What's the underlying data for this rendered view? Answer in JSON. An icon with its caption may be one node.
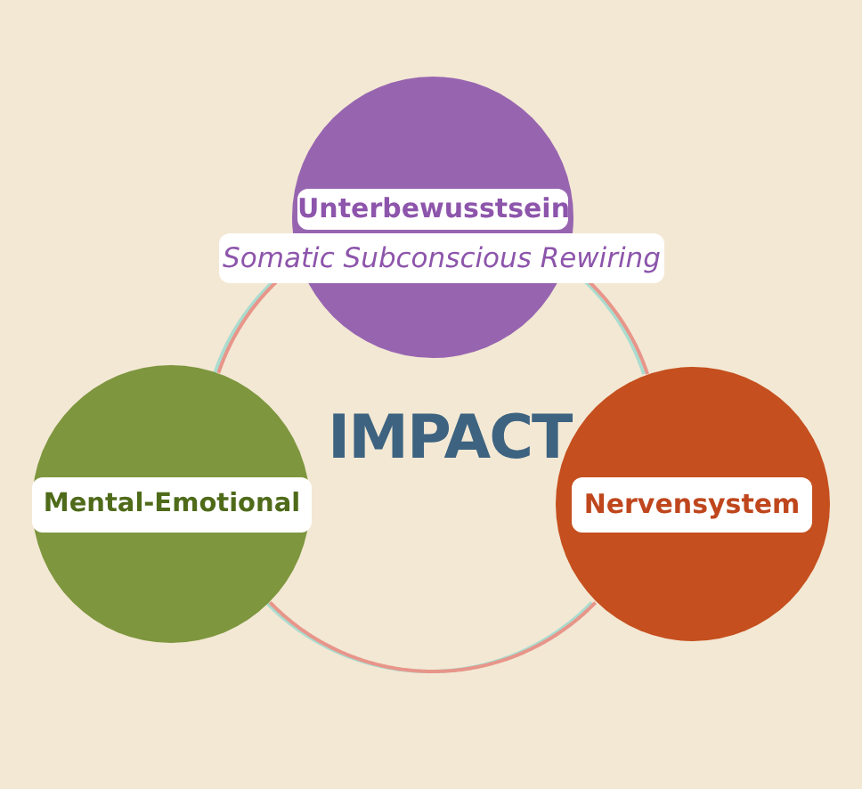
{
  "diagram": {
    "nodes": [
      {
        "text": [
          "Unterbewusstsein",
          "Somatic Subconscious Rewiring"
        ]
      },
      {
        "text": [
          "Mental-Emotional"
        ]
      },
      {
        "text": [
          "Nervensystem"
        ]
      }
    ],
    "edges": [
      {
        "from": 0,
        "to": 1,
        "arrow": "none"
      },
      {
        "from": 0,
        "to": 2,
        "arrow": "none"
      },
      {
        "from": 1,
        "to": 2,
        "arrow": "none"
      }
    ],
    "labels": [
      "IMPACT"
    ]
  }
}
